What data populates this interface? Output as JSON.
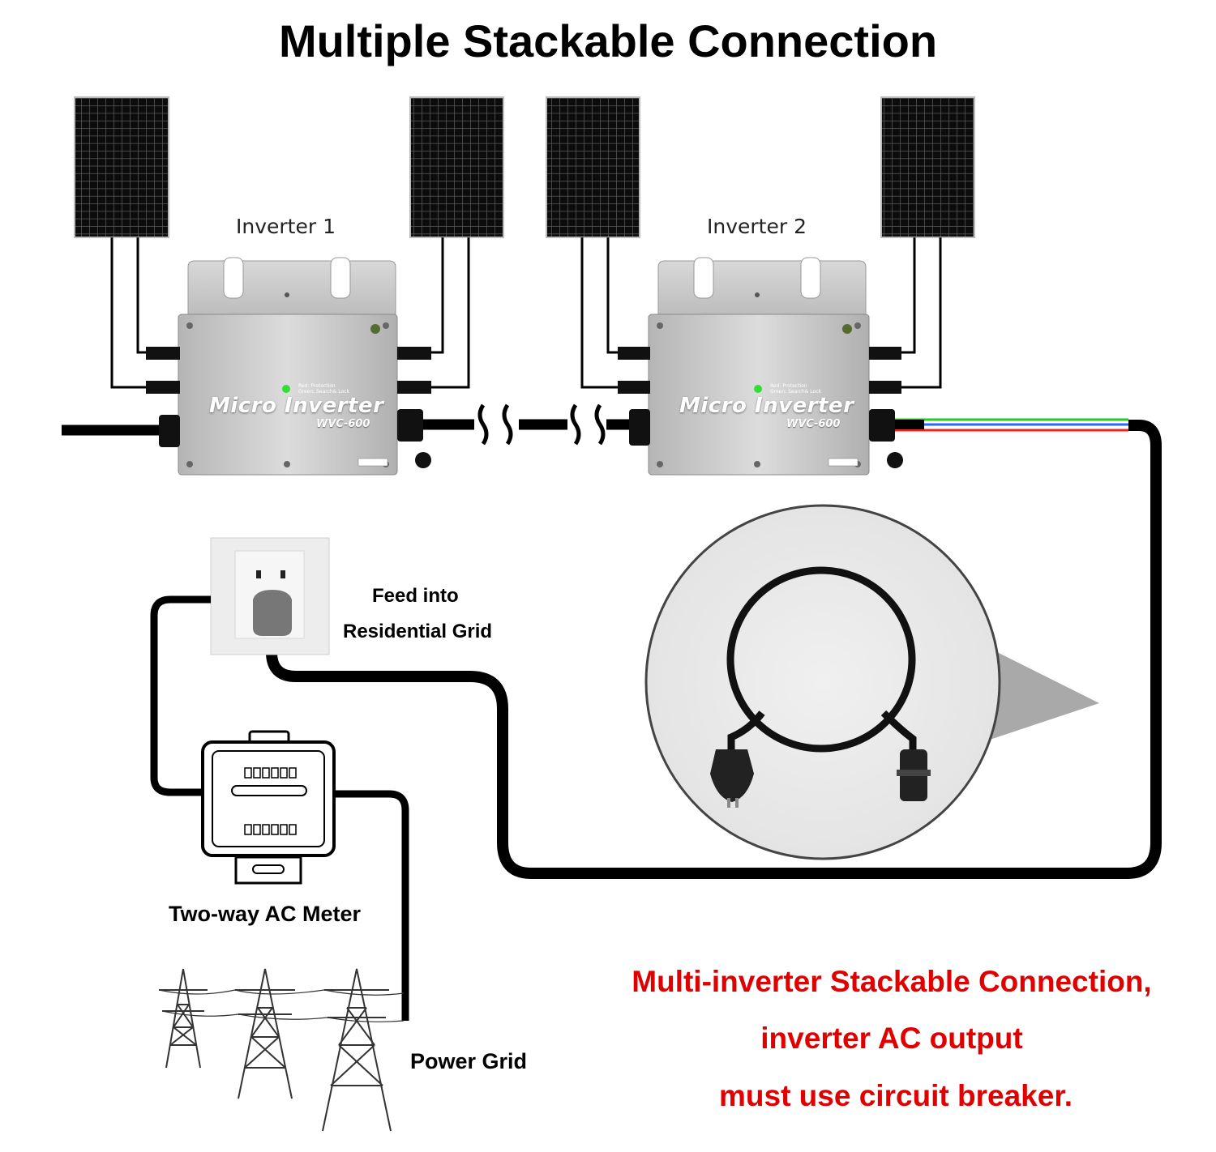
{
  "title": "Multiple Stackable Connection",
  "inverters": [
    {
      "label": "Inverter 1",
      "brand": "Micro Inverter",
      "model": "WVC-600",
      "led_red": "Red: Protection",
      "led_green": "Green: Search& Lock"
    },
    {
      "label": "Inverter 2",
      "brand": "Micro Inverter",
      "model": "WVC-600",
      "led_red": "Red: Protection",
      "led_green": "Green: Search& Lock"
    }
  ],
  "socket_label_line1": "Feed into",
  "socket_label_line2": "Residential Grid",
  "meter_label": "Two-way AC Meter",
  "grid_label": "Power Grid",
  "note": {
    "line1": "Multi-inverter Stackable Connection,",
    "line2": "inverter AC output",
    "line3": "must use circuit breaker."
  },
  "colors": {
    "note_text": "#e00000",
    "cable": "#000000",
    "inverter_body": "#c9c9c9",
    "led_green": "#33dd33",
    "wire_green": "#22cc22",
    "wire_blue": "#3366ff",
    "wire_red": "#ee2222"
  }
}
